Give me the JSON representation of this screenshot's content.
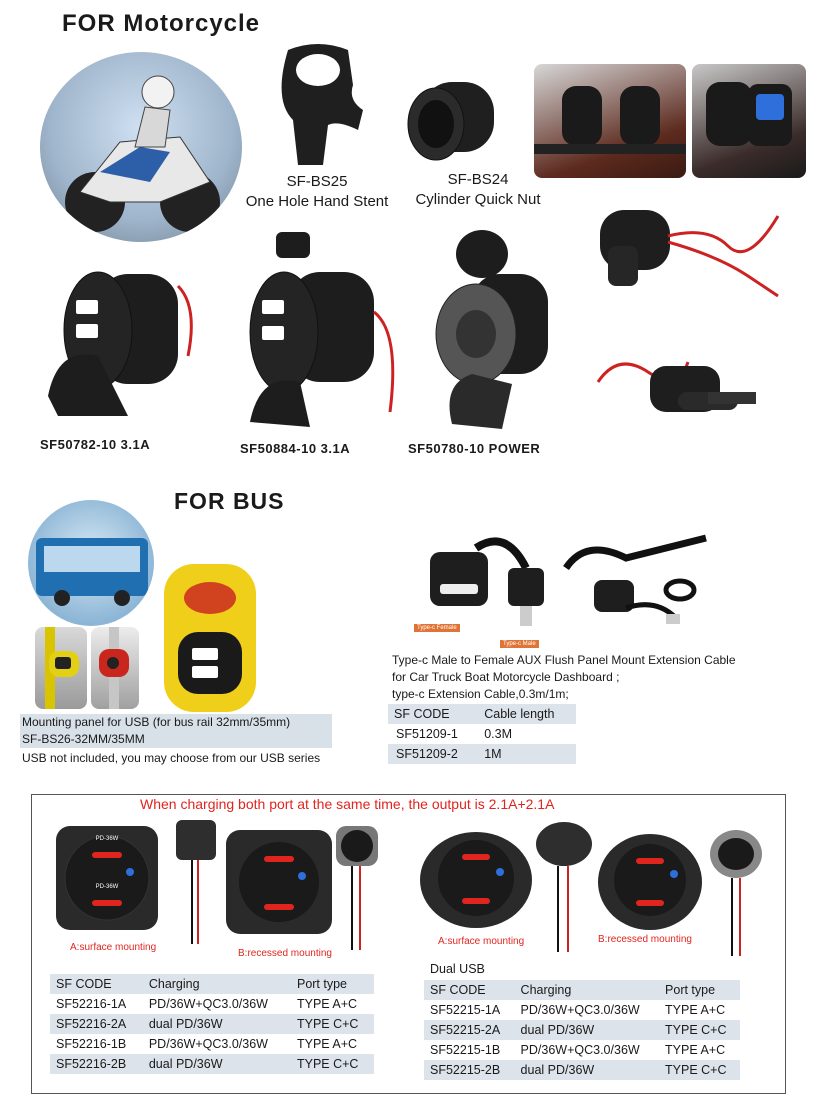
{
  "moto": {
    "heading": "FOR Motorcycle",
    "bs25": {
      "code": "SF-BS25",
      "name": "One Hole Hand Stent"
    },
    "bs24": {
      "code": "SF-BS24",
      "name": "Cylinder Quick Nut"
    },
    "products": [
      {
        "code": "SF50782-10 3.1A"
      },
      {
        "code": "SF50884-10 3.1A"
      },
      {
        "code": "SF50780-10 POWER"
      }
    ]
  },
  "bus": {
    "heading": "FOR BUS",
    "panel_line1": "Mounting panel for USB (for bus rail 32mm/35mm)",
    "panel_line2": "SF-BS26-32MM/35MM",
    "panel_line3": "USB not included, you may choose from our USB series",
    "cable_desc1": "Type-c Male to Female AUX Flush Panel Mount Extension Cable",
    "cable_desc2": "for Car Truck Boat Motorcycle Dashboard ;",
    "cable_desc3": "type-c Extension Cable,0.3m/1m;",
    "cable_tag_female": "Type-c Female",
    "cable_tag_male": "Type-c Male",
    "cable_table": {
      "headers": [
        "SF CODE",
        "Cable length"
      ],
      "rows": [
        [
          "SF51209-1",
          "0.3M"
        ],
        [
          "SF51209-2",
          "1M"
        ]
      ]
    }
  },
  "charging": {
    "notice": "When charging both port at the same time, the output is 2.1A+2.1A",
    "left_surface": "A:surface mounting",
    "left_recessed": "B:recessed mounting",
    "right_surface": "A:surface mounting",
    "right_recessed": "B:recessed mounting",
    "port_top": "PD-36W",
    "port_bottom": "PD-36W",
    "right_title": "Dual USB",
    "left_table": {
      "headers": [
        "SF CODE",
        "Charging",
        "Port type"
      ],
      "rows": [
        [
          "SF52216-1A",
          "PD/36W+QC3.0/36W",
          "TYPE A+C"
        ],
        [
          "SF52216-2A",
          "dual PD/36W",
          "TYPE C+C"
        ],
        [
          "SF52216-1B",
          "PD/36W+QC3.0/36W",
          "TYPE A+C"
        ],
        [
          "SF52216-2B",
          "dual PD/36W",
          "TYPE C+C"
        ]
      ]
    },
    "right_table": {
      "headers": [
        "SF CODE",
        "Charging",
        "Port type"
      ],
      "rows": [
        [
          "SF52215-1A",
          "PD/36W+QC3.0/36W",
          "TYPE A+C"
        ],
        [
          "SF52215-2A",
          "dual PD/36W",
          "TYPE C+C"
        ],
        [
          "SF52215-1B",
          "PD/36W+QC3.0/36W",
          "TYPE A+C"
        ],
        [
          "SF52215-2B",
          "dual PD/36W",
          "TYPE C+C"
        ]
      ]
    }
  }
}
